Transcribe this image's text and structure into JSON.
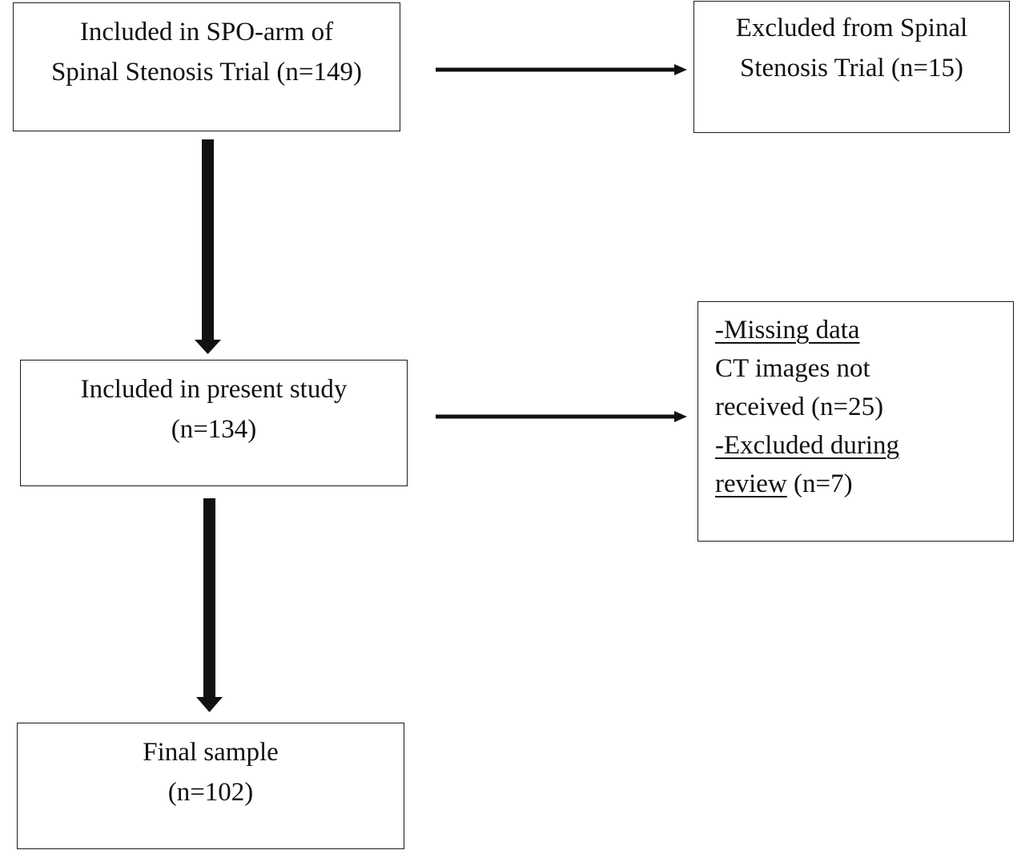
{
  "boxes": {
    "included_spo": {
      "line1": "Included in SPO-arm of",
      "line2": "Spinal Stenosis Trial (n=149)"
    },
    "excluded_trial": {
      "line1": "Excluded from Spinal",
      "line2": "Stenosis Trial (n=15)"
    },
    "present_study": {
      "line1": "Included in present study",
      "line2": "(n=134)"
    },
    "missing": {
      "heading1": "-Missing data",
      "line2": "CT images not",
      "line3": "received (n=25)",
      "heading2": "-Excluded during",
      "heading2_cont": "review",
      "count2": " (n=7)"
    },
    "final_sample": {
      "line1": "Final sample",
      "line2": "(n=102)"
    }
  },
  "colors": {
    "stroke": "#111111",
    "background": "#ffffff"
  }
}
